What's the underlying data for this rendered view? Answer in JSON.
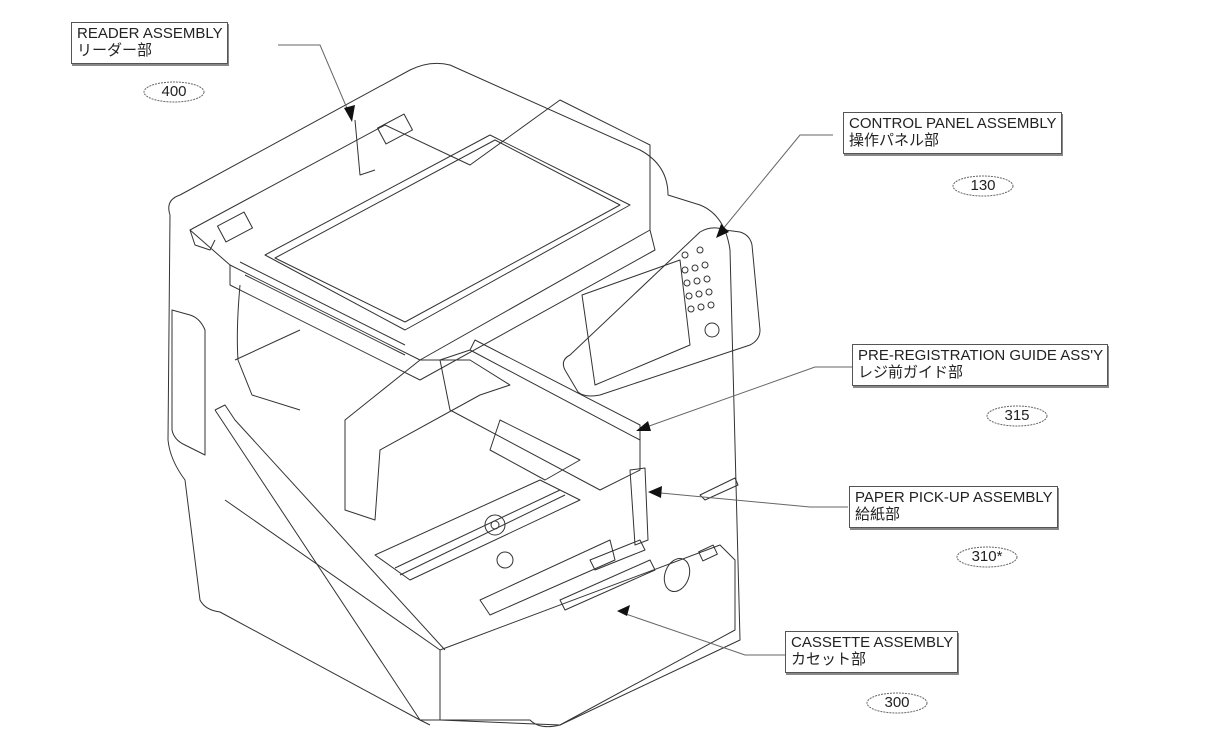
{
  "title": "Printer main unit exploded assembly overview",
  "callouts": [
    {
      "id": "reader",
      "label_en": "READER ASSEMBLY",
      "label_ja": "リーダー部",
      "ref": "400"
    },
    {
      "id": "control-panel",
      "label_en": "CONTROL PANEL ASSEMBLY",
      "label_ja": "操作パネル部",
      "ref": "130"
    },
    {
      "id": "pre-registration",
      "label_en": "PRE-REGISTRATION GUIDE ASS'Y",
      "label_ja": "レジ前ガイド部",
      "ref": "315"
    },
    {
      "id": "paper-pickup",
      "label_en": "PAPER PICK-UP ASSEMBLY",
      "label_ja": "給紙部",
      "ref": "310*"
    },
    {
      "id": "cassette",
      "label_en": "CASSETTE ASSEMBLY",
      "label_ja": "カセット部",
      "ref": "300"
    }
  ],
  "colors": {
    "line": "#333333",
    "leader": "#666666",
    "background": "#ffffff"
  }
}
